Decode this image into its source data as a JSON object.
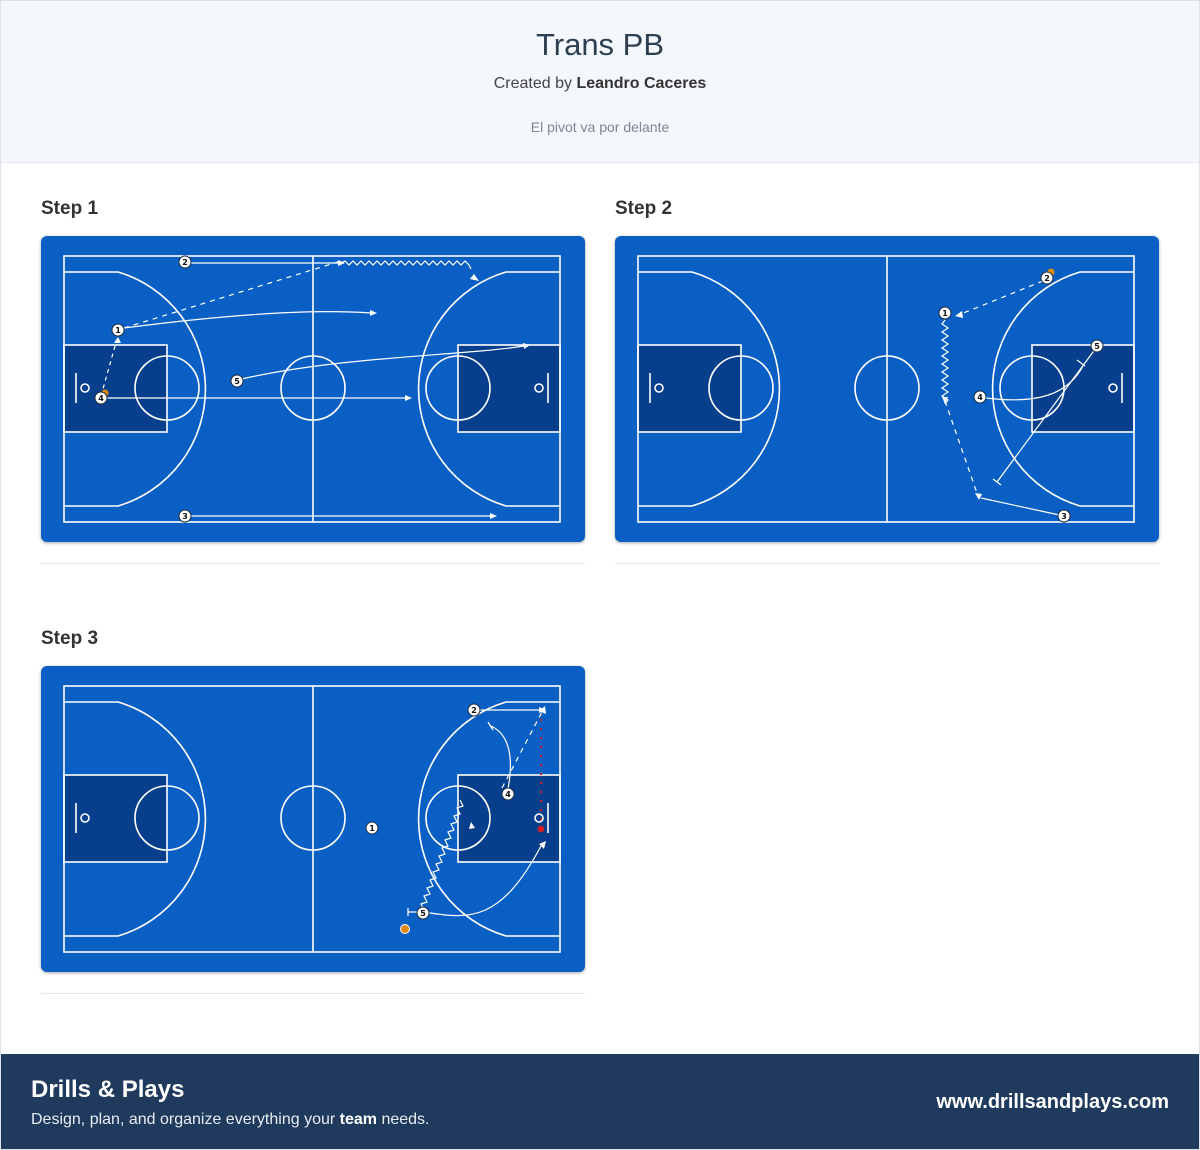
{
  "page": {
    "title": "Trans PB",
    "created_by_prefix": "Created by",
    "author": "Leandro Caceres",
    "description": "El pivot va por delante"
  },
  "steps": [
    {
      "label": "Step 1"
    },
    {
      "label": "Step 2"
    },
    {
      "label": "Step 3"
    }
  ],
  "players": {
    "p1": "1",
    "p2": "2",
    "p3": "3",
    "p4": "4",
    "p5": "5"
  },
  "colors": {
    "court": "#0a5fc4",
    "paint": "#073f8c",
    "lines": "#ffffff",
    "ball": "#e08a12",
    "screen_dots": "#d0202a",
    "footer": "#1f3a5c"
  },
  "footer": {
    "brand": "Drills & Plays",
    "tagline_prefix": "Design, plan, and organize everything your",
    "tagline_bold": "team",
    "tagline_suffix": "needs.",
    "url": "www.drillsandplays.com"
  }
}
